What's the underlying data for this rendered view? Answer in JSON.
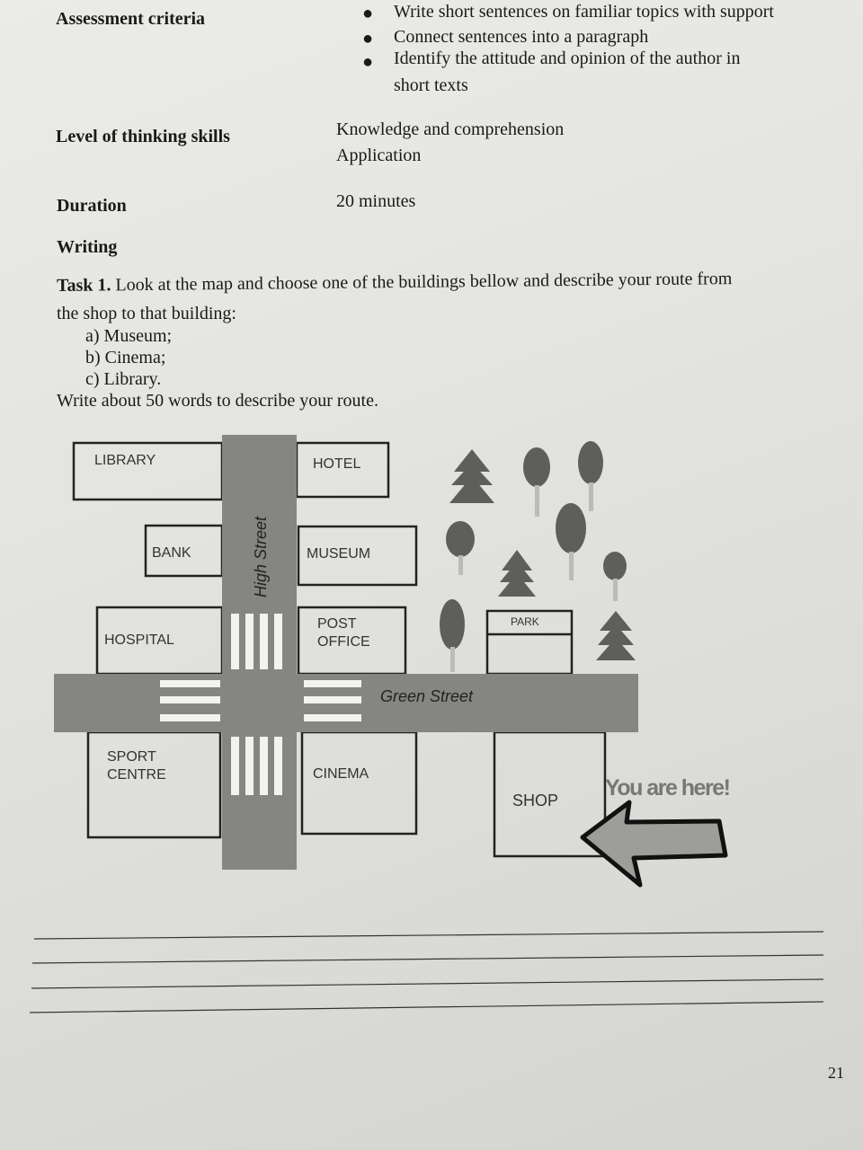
{
  "assessment": {
    "label": "Assessment criteria",
    "items": [
      "Write short sentences on familiar topics with support",
      "Connect sentences into a paragraph",
      "Identify the attitude and opinion of the author in",
      "short texts"
    ]
  },
  "thinking": {
    "label": "Level of thinking skills",
    "values": [
      "Knowledge and comprehension",
      "Application"
    ]
  },
  "duration": {
    "label": "Duration",
    "value": "20 minutes"
  },
  "section": "Writing",
  "task": {
    "label": "Task 1.",
    "text1": "Look at the map and choose one of the buildings bellow and describe your route from",
    "text2": "the shop to that building:",
    "options": [
      "a)  Museum;",
      "b)  Cinema;",
      "c)  Library."
    ],
    "instruction": "Write about 50 words to describe your route."
  },
  "map": {
    "buildings": {
      "library": "LIBRARY",
      "hotel": "HOTEL",
      "bank": "BANK",
      "museum": "MUSEUM",
      "hospital": "HOSPITAL",
      "post1": "POST",
      "post2": "OFFICE",
      "park": "PARK",
      "sport1": "SPORT",
      "sport2": "CENTRE",
      "cinema": "CINEMA",
      "shop": "SHOP"
    },
    "streets": {
      "high": "High Street",
      "green": "Green Street"
    },
    "marker": "You are here!"
  },
  "page_number": "21"
}
